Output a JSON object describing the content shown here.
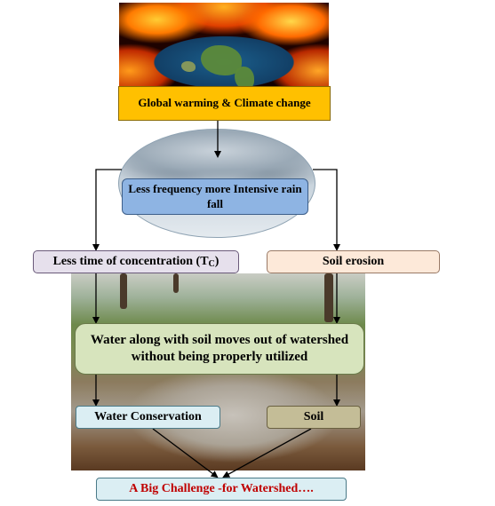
{
  "nodes": {
    "global_warming": "Global warming & Climate change",
    "rainfall": "Less frequency more Intensive rain fall",
    "time_of_concentration": "Less time of concentration (T",
    "time_of_concentration_sub": "C",
    "time_of_concentration_end": ")",
    "soil_erosion": "Soil erosion",
    "water_soil_moves": "Water along with soil moves out of watershed without being properly utilized",
    "water_conservation": "Water Conservation",
    "soil": "Soil",
    "challenge": "A Big Challenge -for Watershed…."
  },
  "colors": {
    "global_warming": "#ffc000",
    "rainfall": "#8eb4e3",
    "time_of_concentration": "#e6e0ec",
    "soil_erosion": "#fde9d9",
    "water_soil_moves": "#d7e4bd",
    "water_conservation": "#dbeef3",
    "soil": "#c4bd97",
    "challenge": "#dbeef3",
    "challenge_text": "#c00000"
  },
  "images": [
    "burning-earth-image",
    "storm-cloud-image",
    "flooded-forest-image"
  ]
}
